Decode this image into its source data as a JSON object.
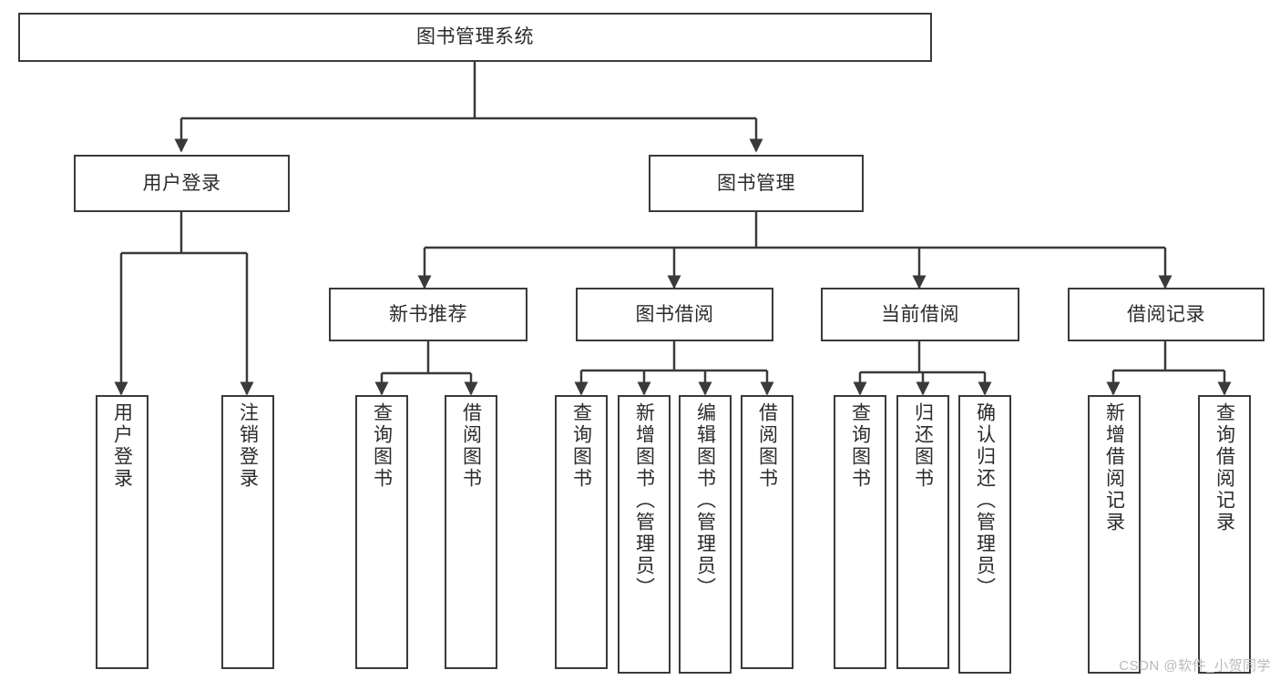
{
  "diagram": {
    "title": "图书管理系统",
    "watermark": "CSDN @软件_小贺同学",
    "stroke_color": "#3a3a3a",
    "background_color": "#ffffff",
    "text_color": "#2b2b2b",
    "root": {
      "label": "图书管理系统"
    },
    "level2": [
      {
        "label": "用户登录"
      },
      {
        "label": "图书管理"
      }
    ],
    "level3": [
      {
        "label": "新书推荐"
      },
      {
        "label": "图书借阅"
      },
      {
        "label": "当前借阅"
      },
      {
        "label": "借阅记录"
      }
    ],
    "leaves": {
      "user_login": [
        {
          "label": "用户登录"
        },
        {
          "label": "注销登录"
        }
      ],
      "new_books": [
        {
          "label": "查询图书"
        },
        {
          "label": "借阅图书"
        }
      ],
      "book_borrow": [
        {
          "label": "查询图书"
        },
        {
          "label": "新增图书（管理员）"
        },
        {
          "label": "编辑图书（管理员）"
        },
        {
          "label": "借阅图书"
        }
      ],
      "current_borrow": [
        {
          "label": "查询图书"
        },
        {
          "label": "归还图书"
        },
        {
          "label": "确认归还（管理员）"
        }
      ],
      "borrow_record": [
        {
          "label": "新增借阅记录"
        },
        {
          "label": "查询借阅记录"
        }
      ]
    }
  }
}
